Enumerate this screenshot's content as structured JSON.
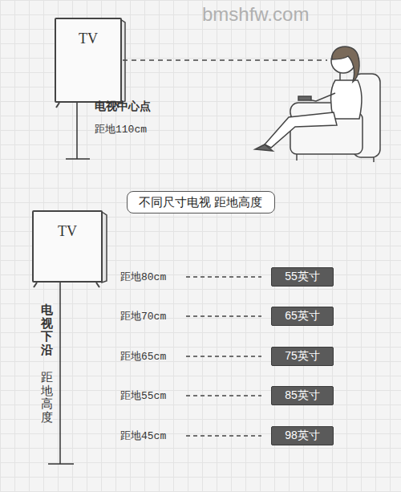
{
  "diagram": {
    "title": "不同尺寸电视 距地高度",
    "nodes": [
      {
        "text": [
          "TV"
        ]
      },
      {
        "text": [
          "不同尺寸电视 距地高度"
        ]
      },
      {
        "text": [
          "TV"
        ]
      },
      {
        "text": [
          "55英寸"
        ]
      },
      {
        "text": [
          "65英寸"
        ]
      },
      {
        "text": [
          "75英寸"
        ]
      },
      {
        "text": [
          "85英寸"
        ]
      },
      {
        "text": [
          "98英寸"
        ]
      }
    ],
    "labels": [
      "bmshfw.com",
      "电视中心点",
      "距地110cm",
      "电视下沿",
      "距地高度",
      "距地80cm",
      "距地70cm",
      "距地65cm",
      "距地55cm",
      "距地45cm"
    ]
  }
}
